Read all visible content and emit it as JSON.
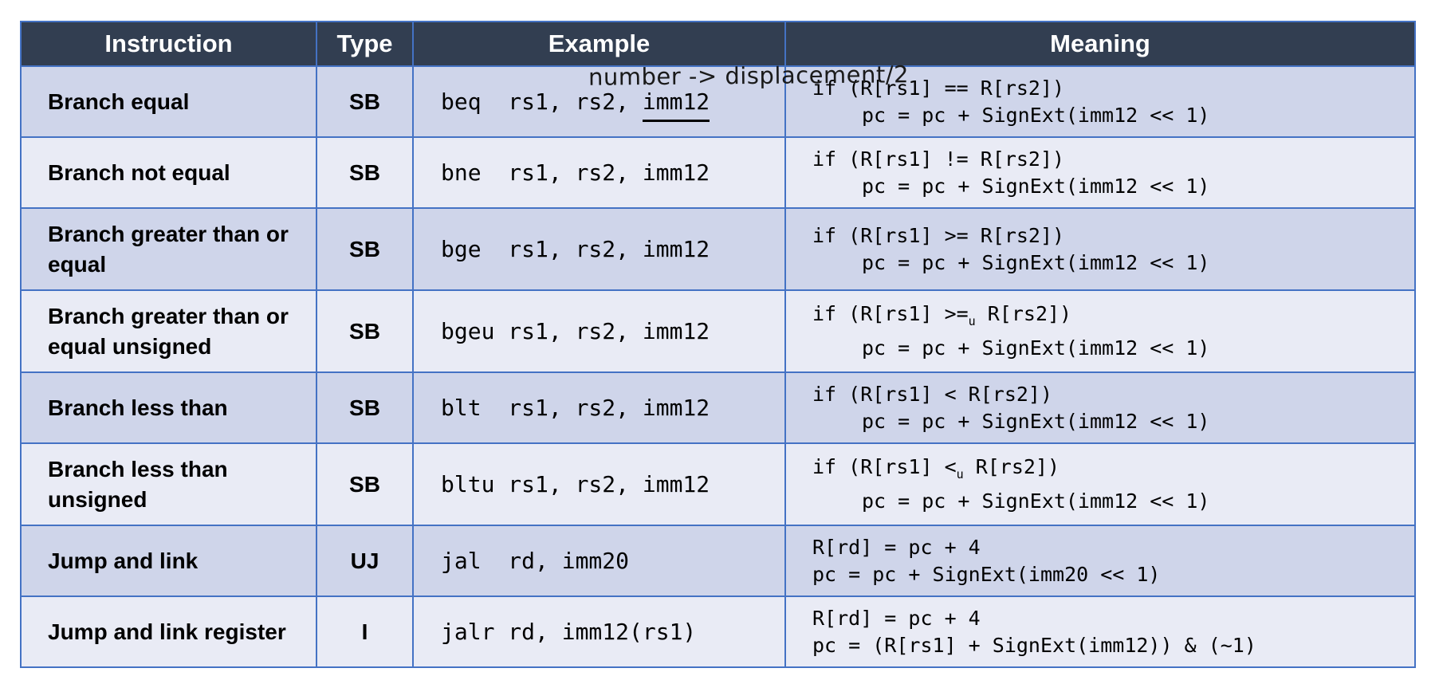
{
  "headers": {
    "instruction": "Instruction",
    "type": "Type",
    "example": "Example",
    "meaning": "Meaning"
  },
  "rows": [
    {
      "instruction": "Branch equal",
      "type": "SB",
      "example_prefix": "beq  rs1, rs2, ",
      "example_emph": "imm12",
      "meaning_cond": "if (R[rs1] == R[rs2])",
      "meaning_action": "pc = pc + SignExt(imm12 << 1)"
    },
    {
      "instruction": "Branch not equal",
      "type": "SB",
      "example": "bne  rs1, rs2, imm12",
      "meaning_cond": "if (R[rs1] != R[rs2])",
      "meaning_action": "pc = pc + SignExt(imm12 << 1)"
    },
    {
      "instruction": "Branch greater than or equal",
      "type": "SB",
      "example": "bge  rs1, rs2, imm12",
      "meaning_cond": "if (R[rs1] >= R[rs2])",
      "meaning_action": "pc = pc + SignExt(imm12 << 1)"
    },
    {
      "instruction": "Branch greater than or equal unsigned",
      "type": "SB",
      "example": "bgeu rs1, rs2, imm12",
      "meaning_cond_pre": "if (R[rs1] >=",
      "meaning_cond_sub": "u",
      "meaning_cond_post": " R[rs2])",
      "meaning_action": "pc = pc + SignExt(imm12 << 1)"
    },
    {
      "instruction": "Branch less than",
      "type": "SB",
      "example": "blt  rs1, rs2, imm12",
      "meaning_cond": "if (R[rs1] < R[rs2])",
      "meaning_action": "pc = pc + SignExt(imm12 << 1)"
    },
    {
      "instruction": "Branch less than unsigned",
      "type": "SB",
      "example": "bltu rs1, rs2, imm12",
      "meaning_cond_pre": "if (R[rs1] <",
      "meaning_cond_sub": "u",
      "meaning_cond_post": " R[rs2])",
      "meaning_action": "pc = pc + SignExt(imm12 << 1)"
    },
    {
      "instruction": "Jump and link",
      "type": "UJ",
      "example": "jal  rd, imm20",
      "meaning_line1": "R[rd] = pc + 4",
      "meaning_line2": "pc = pc + SignExt(imm20 << 1)"
    },
    {
      "instruction": "Jump and link register",
      "type": "I",
      "example": "jalr rd, imm12(rs1)",
      "meaning_line1": "R[rd] = pc + 4",
      "meaning_line2": "pc = (R[rs1] + SignExt(imm12)) & (~1)"
    }
  ],
  "annotation": {
    "handwritten_note": "number -> displacement/2"
  },
  "colors": {
    "header_bg": "#323e51",
    "row_odd_bg": "#cfd5ea",
    "row_even_bg": "#e9ebf5",
    "border": "#4472c4"
  }
}
